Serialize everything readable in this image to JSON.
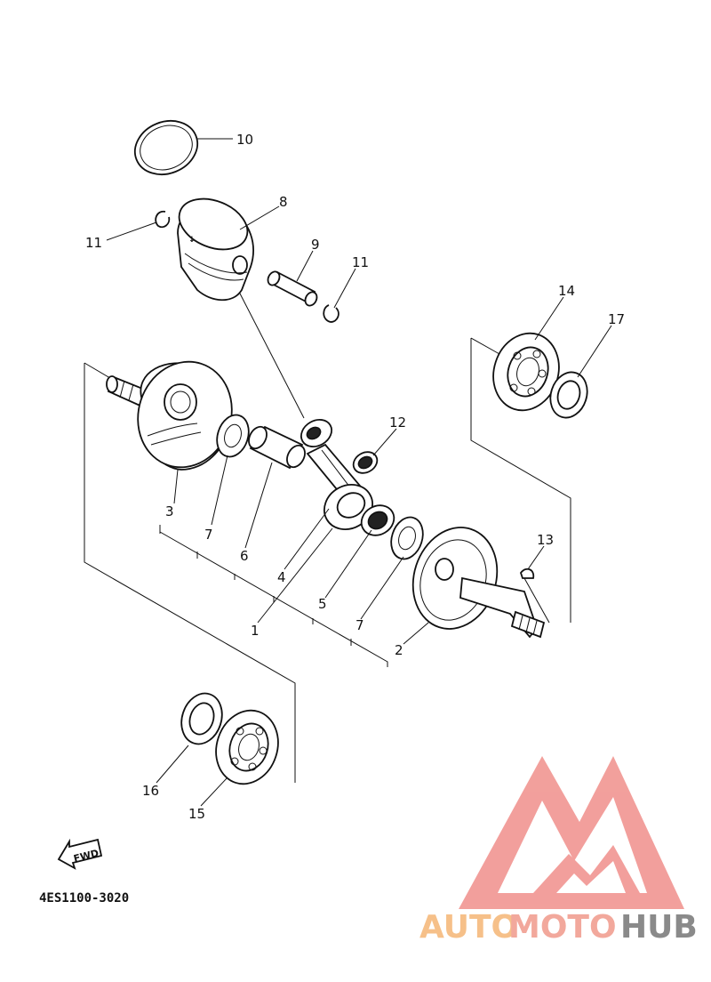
{
  "diagram_code": "4ES1100-3020",
  "fwd_label": "FWD",
  "watermark": {
    "part1": "AUTO",
    "part2": "MOTO",
    "part3": "HUB",
    "color_light": "#f6c089",
    "color_mid": "#f2a89c",
    "color_dark": "#8a8a8a",
    "logo_color": "#f08f8b"
  },
  "callouts": {
    "c1": "1",
    "c2": "2",
    "c3": "3",
    "c4": "4",
    "c5": "5",
    "c6": "6",
    "c7a": "7",
    "c7b": "7",
    "c8": "8",
    "c9": "9",
    "c10": "10",
    "c11a": "11",
    "c11b": "11",
    "c12": "12",
    "c13": "13",
    "c14": "14",
    "c15": "15",
    "c16": "16",
    "c17": "17"
  }
}
